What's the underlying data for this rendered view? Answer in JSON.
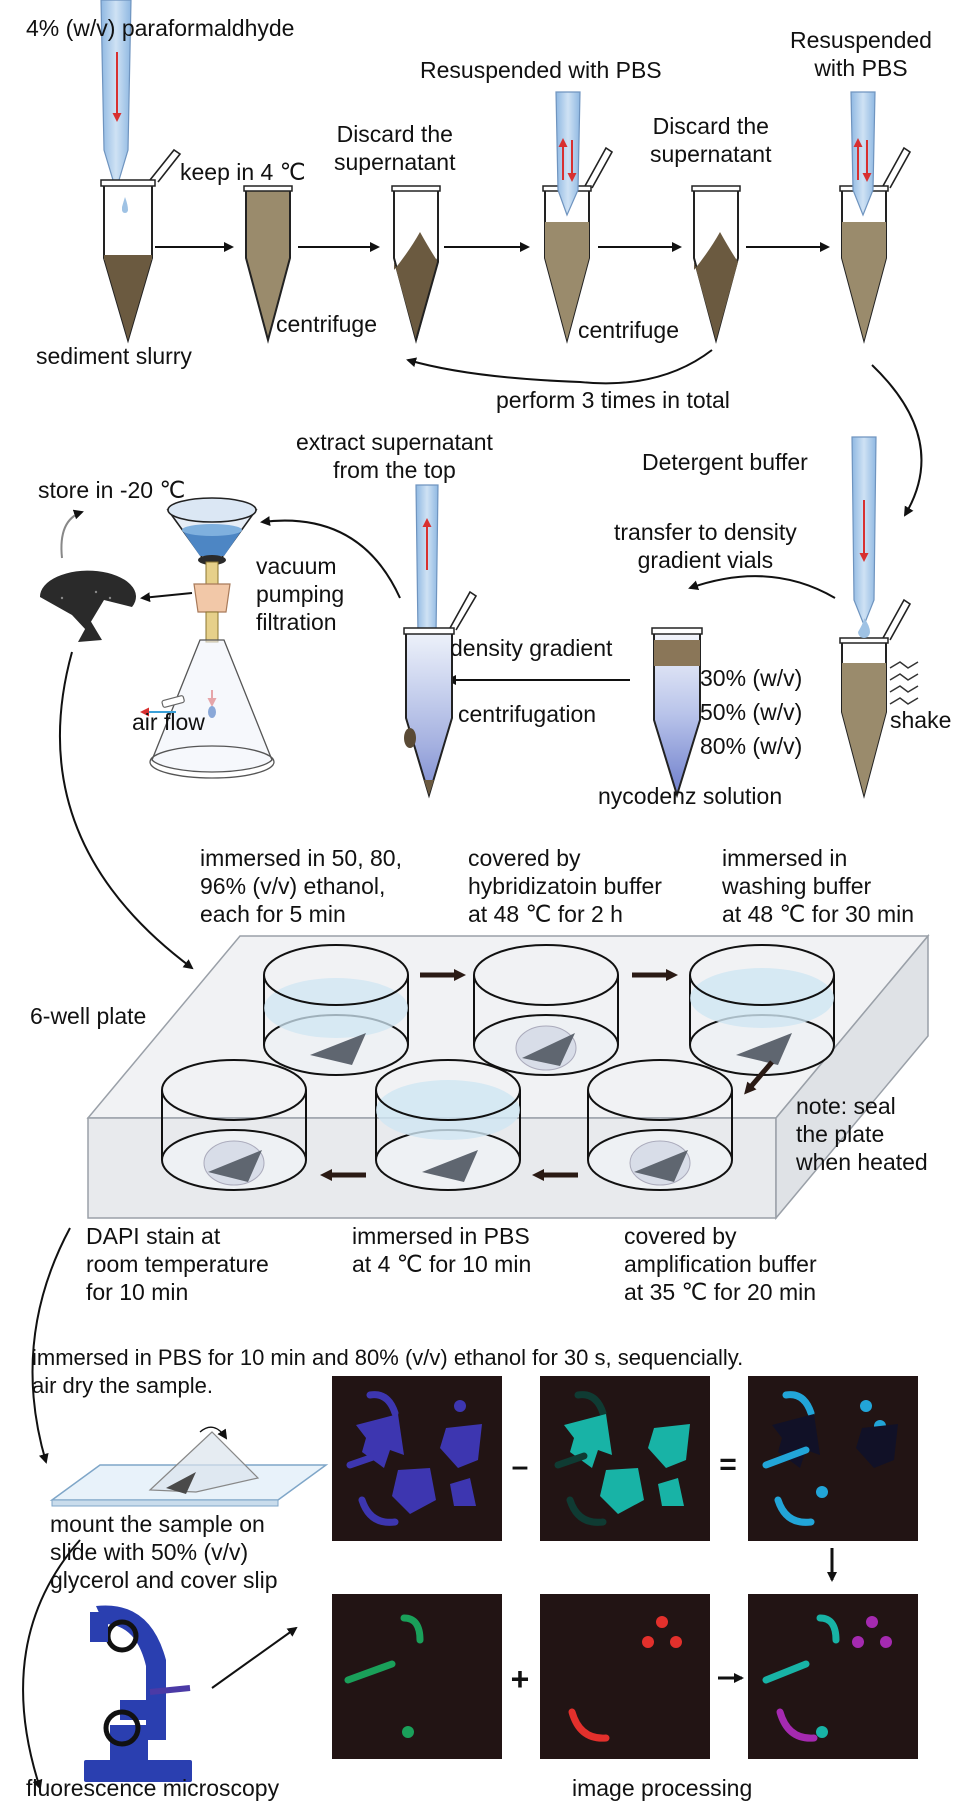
{
  "labels": {
    "paraformaldehyde": "4% (w/v) paraformaldhyde",
    "keep_4c": "keep in 4 ℃",
    "discard_1": "Discard the\nsupernatant",
    "resuspend_1": "Resuspended with PBS",
    "discard_2": "Discard the\nsupernatant",
    "resuspend_2": "Resuspended\nwith PBS",
    "sediment_slurry": "sediment slurry",
    "centrifuge_1": "centrifuge",
    "centrifuge_2": "centrifuge",
    "repeat": "perform 3 times in total",
    "extract": "extract supernatant\nfrom the top",
    "store": "store in -20 ℃",
    "detergent": "Detergent buffer",
    "transfer": "transfer to density\ngradient vials",
    "vacuum": "vacuum\npumping\nfiltration",
    "density_gradient": "density gradient",
    "centrifugation": "centrifugation",
    "conc_30": "30% (w/v)",
    "conc_50": "50% (w/v)",
    "conc_80": "80% (w/v)",
    "shake": "shake",
    "air_flow": "air flow",
    "nycodenz": "nycodenz solution",
    "ethanol_series": "immersed in 50, 80,\n96% (v/v) ethanol,\neach for 5 min",
    "hybridization": "covered by\nhybridizatoin buffer\nat 48 ℃ for 2 h",
    "washing": "immersed in\nwashing buffer\nat 48 ℃ for 30 min",
    "six_well": "6-well plate",
    "note_seal": "note: seal\nthe plate\nwhen heated",
    "dapi": "DAPI stain at\nroom temperature\nfor 10 min",
    "pbs_4c": "immersed in PBS\nat 4 ℃ for 10 min",
    "amplification": "covered by\namplification buffer\nat 35 ℃ for 20 min",
    "final_wash": "immersed in PBS for 10 min and 80% (v/v) ethanol for 30 s, sequencially.\nair dry the sample.",
    "mount": "mount the sample on\nslide with 50% (v/v)\nglycerol and cover slip",
    "microscopy": "fluorescence microscopy",
    "image_processing": "image processing",
    "op_minus": "–",
    "op_equals": "=",
    "op_plus": "+"
  },
  "colors": {
    "sediment": "#9a8b6c",
    "sediment_dark": "#6b5a40",
    "pipette_blue": "#a9c9e8",
    "panel_bg": "#221414",
    "dapi_blue": "#3d36b0",
    "cyan": "#18b3a6",
    "light_blue": "#22a5d8",
    "green": "#1aa05a",
    "red": "#e3302c",
    "magenta": "#a52ab0",
    "microscope_blue": "#2a3fb0"
  }
}
